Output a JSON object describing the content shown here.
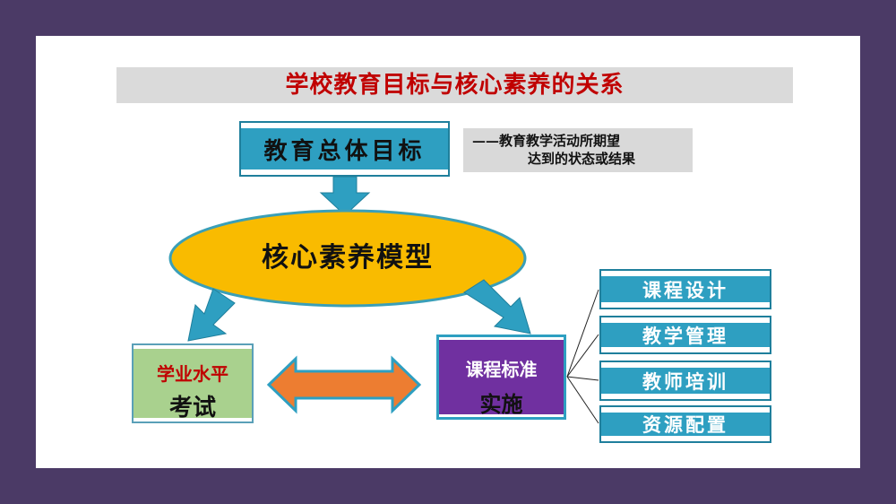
{
  "title": "学校教育目标与核心素养的关系",
  "goal_box": "教育总体目标",
  "note": {
    "line1": "——教育教学活动所期望",
    "line2": "达到的状态或结果"
  },
  "core_model": "核心素养模型",
  "exam_box": {
    "line1": "学业水平",
    "line2": "考试"
  },
  "standard_box": {
    "line1": "课程标准",
    "line2": "实施"
  },
  "implementation_items": [
    "课程设计",
    "教学管理",
    "教师培训",
    "资源配置"
  ],
  "colors": {
    "teal": "#2e9fc1",
    "yellow": "#f9bb00",
    "purple": "#7030a0",
    "green": "#a9d18e",
    "orange": "#ed7d31",
    "title_red": "#c00000"
  }
}
